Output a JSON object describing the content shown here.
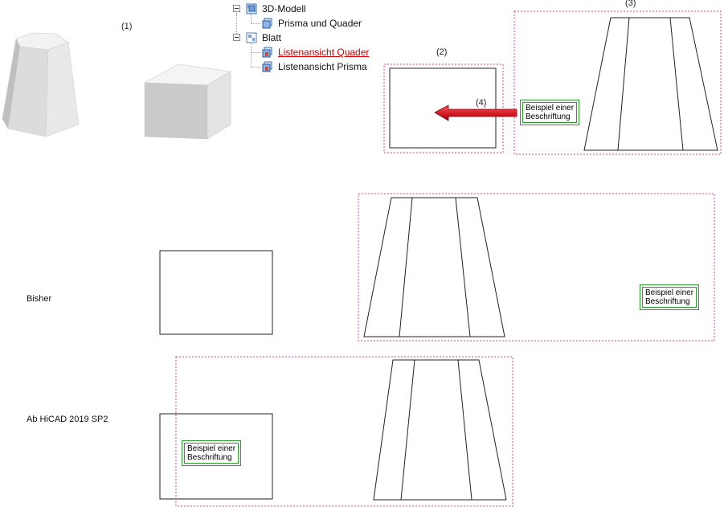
{
  "labels": {
    "n1": "(1)",
    "n2": "(2)",
    "n3": "(3)",
    "n4": "(4)",
    "bisher": "Bisher",
    "ab_hicad": "Ab HiCAD 2019 SP2"
  },
  "tree": {
    "items": [
      {
        "label": "3D-Modell",
        "icon": "3d-model-icon",
        "level": 0,
        "expanded": true
      },
      {
        "label": "Prisma und Quader",
        "icon": "part-icon",
        "level": 1
      },
      {
        "label": "Blatt",
        "icon": "sheet-icon",
        "level": 0,
        "expanded": true
      },
      {
        "label": "Listenansicht Quader",
        "icon": "list-view-icon",
        "level": 1,
        "active": true
      },
      {
        "label": "Listenansicht Prisma",
        "icon": "list-view-icon",
        "level": 1
      }
    ]
  },
  "captions": {
    "top": {
      "line1": "Beispiel einer",
      "line2": "Beschriftung"
    },
    "middle": {
      "line1": "Beispiel einer",
      "line2": "Beschriftung"
    },
    "bottom": {
      "line1": "Beispiel einer",
      "line2": "Beschriftung"
    }
  },
  "colors": {
    "frame": "#e0408f",
    "arrow": "#d8202a",
    "caption": "#2aa02a",
    "link": "#d00000"
  }
}
